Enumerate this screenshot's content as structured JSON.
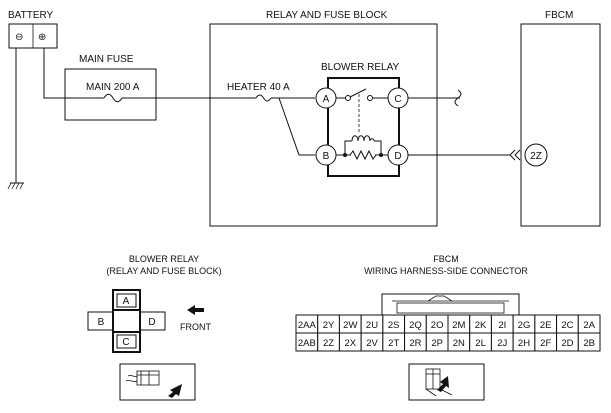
{
  "labels": {
    "battery": "BATTERY",
    "battery_neg": "⊖",
    "battery_pos": "⊕",
    "main_fuse": "MAIN FUSE",
    "main_fuse_rating": "MAIN 200 A",
    "relay_fuse_block": "RELAY AND FUSE BLOCK",
    "heater_fuse": "HEATER 40 A",
    "blower_relay": "BLOWER RELAY",
    "fbcm": "FBCM"
  },
  "relay_terminals": {
    "a": "A",
    "b": "B",
    "c": "C",
    "d": "D"
  },
  "fbcm_terminal": "2Z",
  "bottom": {
    "relay_view": {
      "title_line1": "BLOWER RELAY",
      "title_line2": "(RELAY AND FUSE BLOCK)",
      "front_label": "FRONT",
      "terminals": {
        "a": "A",
        "b": "B",
        "c": "C",
        "d": "D"
      }
    },
    "connector_view": {
      "title_line1": "FBCM",
      "title_line2": "WIRING HARNESS-SIDE CONNECTOR",
      "row1": [
        "2AA",
        "2Y",
        "2W",
        "2U",
        "2S",
        "2Q",
        "2O",
        "2M",
        "2K",
        "2I",
        "2G",
        "2E",
        "2C",
        "2A"
      ],
      "row2": [
        "2AB",
        "2Z",
        "2X",
        "2V",
        "2T",
        "2R",
        "2P",
        "2N",
        "2L",
        "2J",
        "2H",
        "2F",
        "2D",
        "2B"
      ]
    }
  }
}
